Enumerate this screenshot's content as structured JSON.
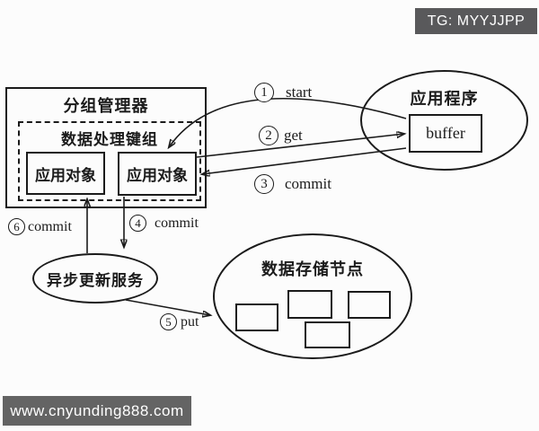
{
  "badges": {
    "tg": "TG: MYYJJPP",
    "site": "www.cnyunding888.com"
  },
  "diagram": {
    "group_manager": {
      "title": "分组管理器",
      "process_group": {
        "title": "数据处理键组",
        "objects": [
          "应用对象",
          "应用对象"
        ]
      }
    },
    "application": {
      "title": "应用程序",
      "buffer": "buffer"
    },
    "async_service": {
      "title": "异步更新服务"
    },
    "storage": {
      "title": "数据存储节点",
      "node_count": 4
    },
    "steps": [
      {
        "num": "1",
        "label": "start"
      },
      {
        "num": "2",
        "label": "get"
      },
      {
        "num": "3",
        "label": "commit"
      },
      {
        "num": "4",
        "label": "commit"
      },
      {
        "num": "5",
        "label": "put"
      },
      {
        "num": "6",
        "label": "commit"
      }
    ]
  },
  "colors": {
    "background": "#fcfcfc",
    "stroke": "#1b1b1b",
    "tg_badge_bg": "#59595b",
    "site_badge_bg": "#646464",
    "badge_text": "#ffffff"
  }
}
